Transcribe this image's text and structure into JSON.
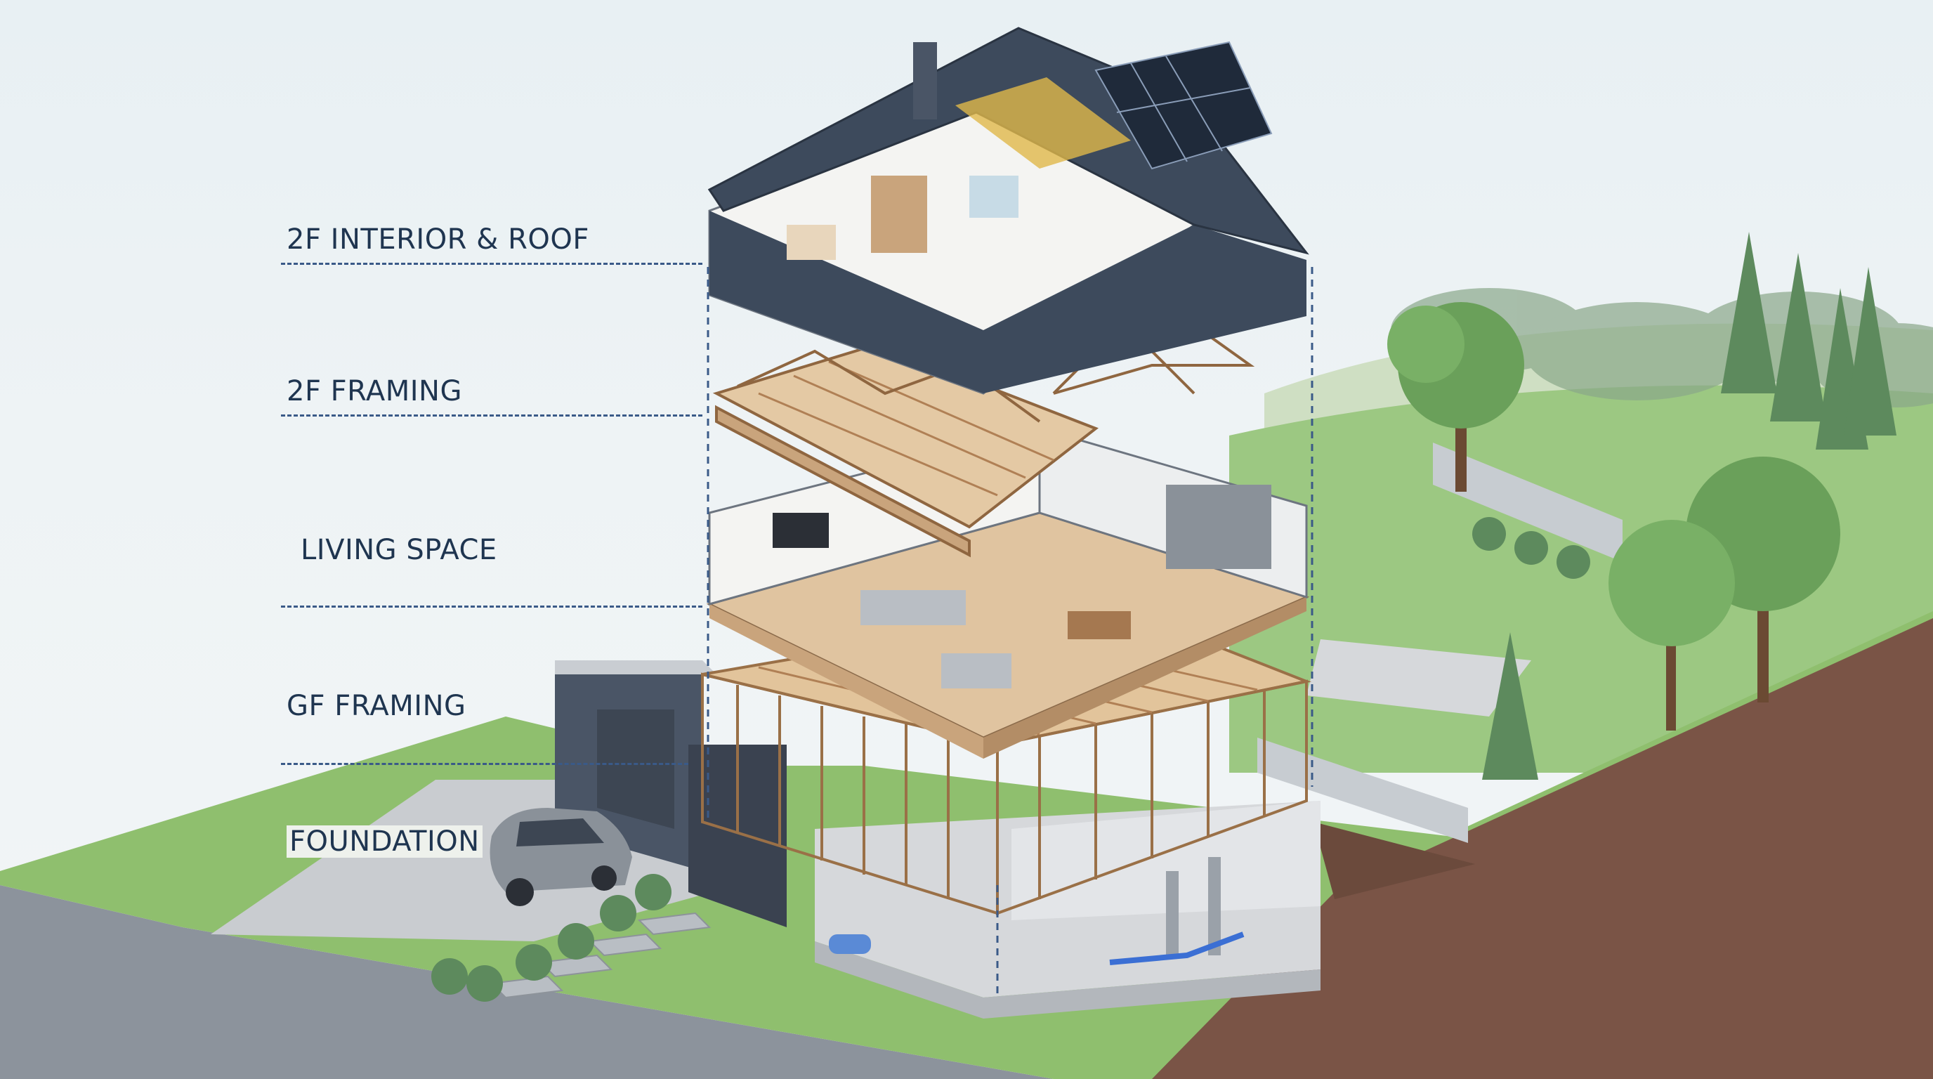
{
  "diagram": {
    "layers": [
      {
        "id": "roof",
        "label": "2F INTERIOR & ROOF"
      },
      {
        "id": "framing-2f",
        "label": "2F FRAMING"
      },
      {
        "id": "living",
        "label": "LIVING SPACE"
      },
      {
        "id": "framing-gf",
        "label": "GF FRAMING"
      },
      {
        "id": "foundation",
        "label": "FOUNDATION"
      }
    ]
  },
  "colors": {
    "label_text": "#1f3550",
    "leader_line": "#3a5a88",
    "roof_shingle": "#3d4a5c",
    "timber": "#d8b487",
    "lawn": "#8fbf6e",
    "road": "#8c939c",
    "soil": "#7a5446",
    "wall": "#f4f4f2"
  }
}
